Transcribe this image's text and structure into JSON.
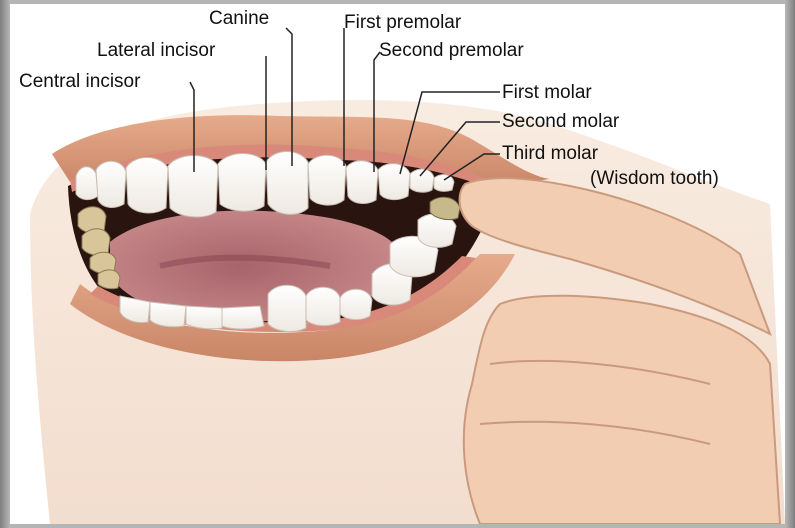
{
  "labels": {
    "canine": "Canine",
    "first_premolar": "First premolar",
    "lateral_incisor": "Lateral incisor",
    "second_premolar": "Second premolar",
    "central_incisor": "Central incisor",
    "first_molar": "First molar",
    "second_molar": "Second molar",
    "third_molar": "Third molar",
    "wisdom_tooth": "(Wisdom tooth)"
  },
  "colors": {
    "lips": "#d89a7a",
    "skin": "#f2d7c2",
    "gum": "#d9897a",
    "tongue": "#b06f73",
    "mouth_dark": "#2a1410",
    "tooth": "#ffffff",
    "leader_line": "#222222"
  }
}
